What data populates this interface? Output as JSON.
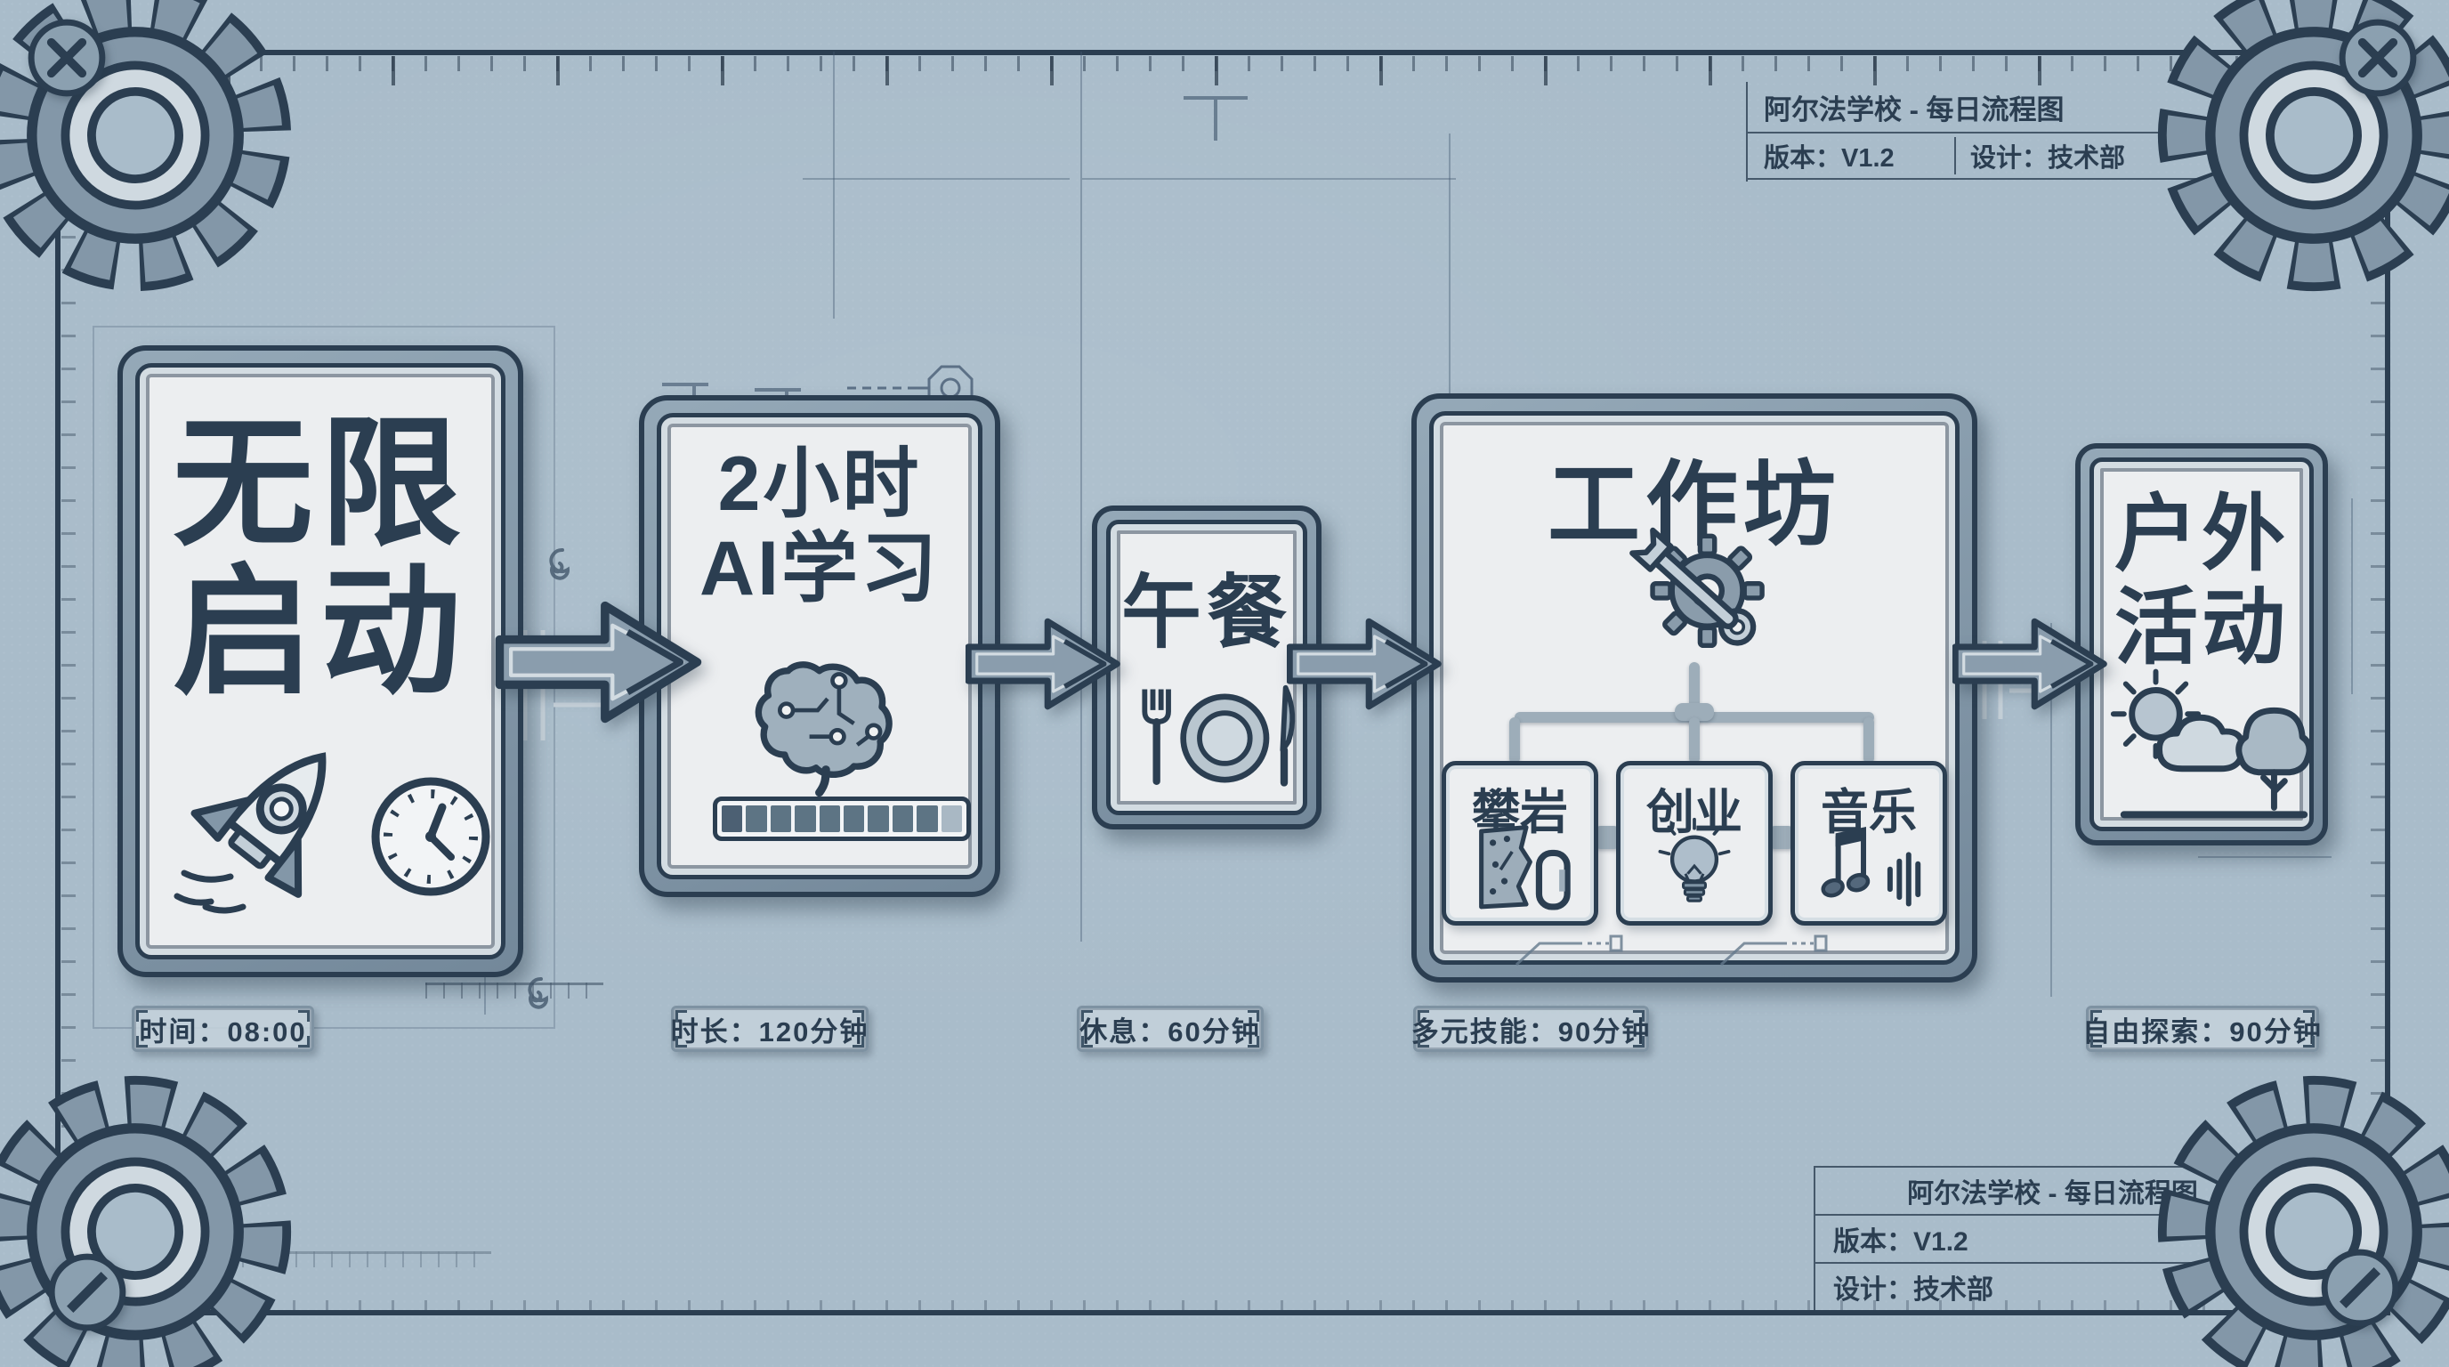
{
  "colors": {
    "bg": "#a9bcca",
    "ink": "#2b3e51",
    "steel": "#8397a8",
    "steel-dark": "#6e8394",
    "paper": "#eceef0",
    "band-light": "#d3dce2",
    "icon-gray": "#9fb0bd",
    "trace": "#c7d2da"
  },
  "title_block": {
    "title": "阿尔法学校 - 每日流程图",
    "version": "版本：V1.2",
    "designer": "设计：技术部"
  },
  "flow": {
    "nodes": [
      {
        "id": "launch",
        "title_lines": [
          "无限",
          "启动"
        ],
        "icons": [
          "rocket-icon",
          "clock-icon"
        ],
        "caption": "时间：08:00"
      },
      {
        "id": "ai-study",
        "title_lines": [
          "2小时",
          "AI学习"
        ],
        "icons": [
          "brain-circuit-icon",
          "progress-bar"
        ],
        "progress": {
          "segments": 10,
          "filled": 9
        },
        "caption": "时长：120分钟"
      },
      {
        "id": "lunch",
        "title_lines": [
          "午餐"
        ],
        "icons": [
          "dining-icon"
        ],
        "caption": "休息：60分钟"
      },
      {
        "id": "workshop",
        "title_lines": [
          "工作坊"
        ],
        "icons": [
          "gear-wrench-icon"
        ],
        "children": [
          {
            "label": "攀岩",
            "icon": "climbing-icon"
          },
          {
            "label": "创业",
            "icon": "lightbulb-icon"
          },
          {
            "label": "音乐",
            "icon": "music-icon"
          }
        ],
        "caption": "多元技能：90分钟"
      },
      {
        "id": "outdoor",
        "title_lines": [
          "户外",
          "活动"
        ],
        "icons": [
          "outdoor-icon"
        ],
        "caption": "自由探索：90分钟"
      }
    ]
  }
}
